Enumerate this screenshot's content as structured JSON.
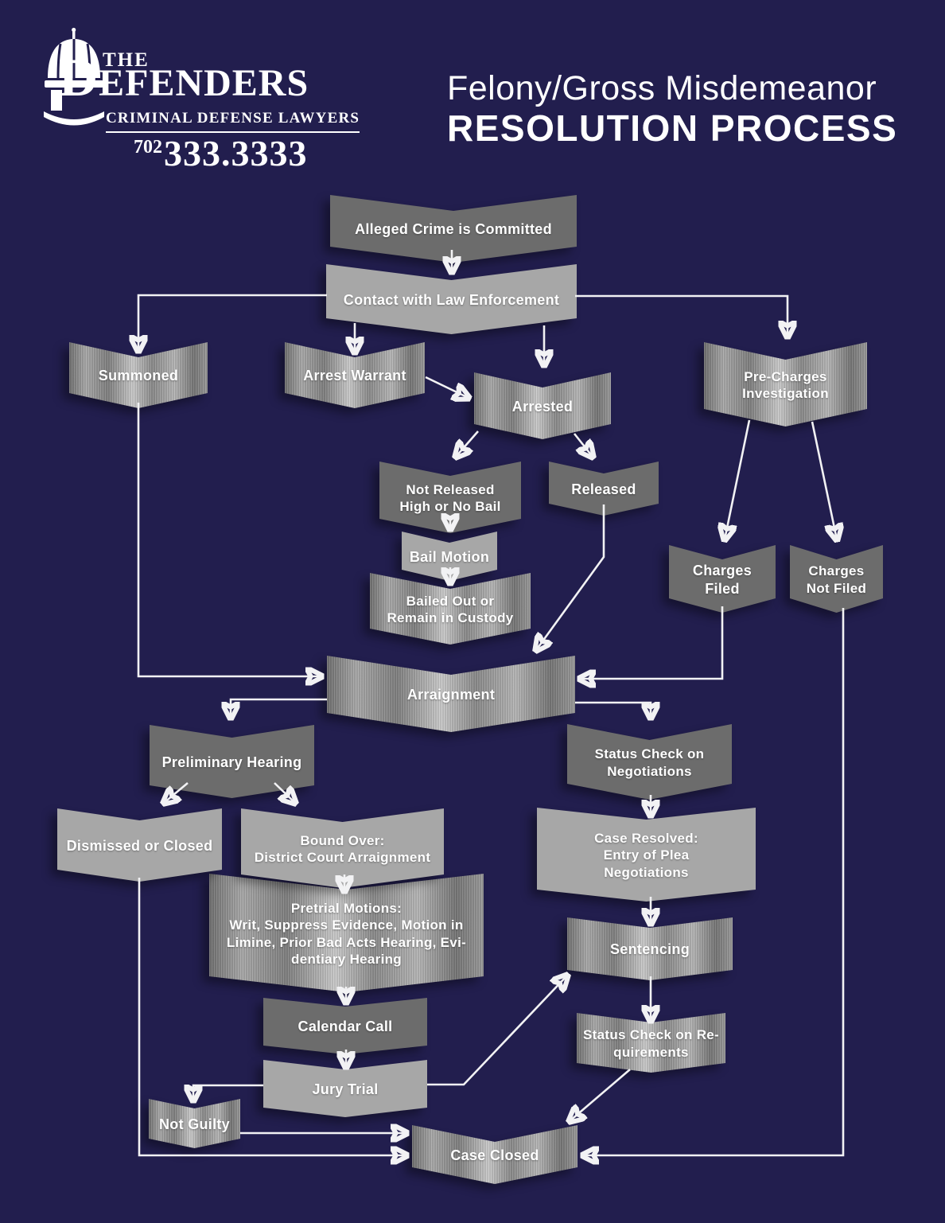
{
  "header": {
    "logo": {
      "dome_icon": "capitol-dome-icon",
      "brand_prefix": "THE",
      "brand_name": "DEFENDERS",
      "tagline": "CRIMINAL DEFENSE LAWYERS",
      "phone_area_code": "702",
      "phone_number": "333.3333"
    },
    "title_line1": "Felony/Gross Misdemeanor",
    "title_line2": "RESOLUTION PROCESS"
  },
  "colors": {
    "background": "#221e4e",
    "box_dark_gray": "#6c6c6c",
    "box_light_gray": "#a7a7a7",
    "box_brushed_metal": "#9a9a9a",
    "connector": "#f2f2f4",
    "text": "#ffffff"
  },
  "flow": {
    "nodes": [
      {
        "id": "alleged-crime",
        "label": "Alleged Crime is Committed",
        "style": "dark"
      },
      {
        "id": "contact-law-enforcement",
        "label": "Contact with Law Enforcement",
        "style": "light"
      },
      {
        "id": "summoned",
        "label": "Summoned",
        "style": "metal"
      },
      {
        "id": "arrest-warrant",
        "label": "Arrest Warrant",
        "style": "metal"
      },
      {
        "id": "arrested",
        "label": "Arrested",
        "style": "metal"
      },
      {
        "id": "pre-charges-investigation",
        "label": "Pre-Charges\nInvestigation",
        "style": "metal"
      },
      {
        "id": "not-released",
        "label": "Not Released\nHigh or No Bail",
        "style": "dark"
      },
      {
        "id": "released",
        "label": "Released",
        "style": "dark"
      },
      {
        "id": "bail-motion",
        "label": "Bail Motion",
        "style": "light"
      },
      {
        "id": "bailed-out",
        "label": "Bailed Out or\nRemain in Custody",
        "style": "metal"
      },
      {
        "id": "charges-filed",
        "label": "Charges Filed",
        "style": "dark"
      },
      {
        "id": "charges-not-filed",
        "label": "Charges\nNot Filed",
        "style": "dark"
      },
      {
        "id": "arraignment",
        "label": "Arraignment",
        "style": "metal"
      },
      {
        "id": "preliminary-hearing",
        "label": "Preliminary Hearing",
        "style": "dark"
      },
      {
        "id": "status-check-negotiations",
        "label": "Status Check on\nNegotiations",
        "style": "dark"
      },
      {
        "id": "dismissed-or-closed",
        "label": "Dismissed or Closed",
        "style": "light"
      },
      {
        "id": "bound-over",
        "label": "Bound Over:\nDistrict Court Arraignment",
        "style": "light"
      },
      {
        "id": "case-resolved",
        "label": "Case Resolved:\nEntry of Plea\nNegotiations",
        "style": "light"
      },
      {
        "id": "pretrial-motions",
        "label": "Pretrial Motions:\nWrit, Suppress Evidence, Motion in\nLimine, Prior Bad Acts Hearing, Evi-\ndentiary Hearing",
        "style": "metal"
      },
      {
        "id": "sentencing",
        "label": "Sentencing",
        "style": "metal"
      },
      {
        "id": "calendar-call",
        "label": "Calendar Call",
        "style": "dark"
      },
      {
        "id": "jury-trial",
        "label": "Jury Trial",
        "style": "light"
      },
      {
        "id": "status-check-requirements",
        "label": "Status Check on Re-\nquirements",
        "style": "metal"
      },
      {
        "id": "not-guilty",
        "label": "Not Guilty",
        "style": "metal"
      },
      {
        "id": "case-closed",
        "label": "Case Closed",
        "style": "metal"
      }
    ],
    "edges": [
      {
        "from": "alleged-crime",
        "to": "contact-law-enforcement"
      },
      {
        "from": "contact-law-enforcement",
        "to": "summoned"
      },
      {
        "from": "contact-law-enforcement",
        "to": "arrest-warrant"
      },
      {
        "from": "contact-law-enforcement",
        "to": "arrested"
      },
      {
        "from": "contact-law-enforcement",
        "to": "pre-charges-investigation"
      },
      {
        "from": "arrest-warrant",
        "to": "arrested"
      },
      {
        "from": "arrested",
        "to": "not-released"
      },
      {
        "from": "arrested",
        "to": "released"
      },
      {
        "from": "pre-charges-investigation",
        "to": "charges-filed"
      },
      {
        "from": "pre-charges-investigation",
        "to": "charges-not-filed"
      },
      {
        "from": "not-released",
        "to": "bail-motion"
      },
      {
        "from": "bail-motion",
        "to": "bailed-out"
      },
      {
        "from": "bailed-out",
        "to": "arraignment"
      },
      {
        "from": "released",
        "to": "arraignment"
      },
      {
        "from": "summoned",
        "to": "arraignment"
      },
      {
        "from": "charges-filed",
        "to": "arraignment"
      },
      {
        "from": "arraignment",
        "to": "preliminary-hearing"
      },
      {
        "from": "arraignment",
        "to": "status-check-negotiations"
      },
      {
        "from": "preliminary-hearing",
        "to": "dismissed-or-closed"
      },
      {
        "from": "preliminary-hearing",
        "to": "bound-over"
      },
      {
        "from": "bound-over",
        "to": "pretrial-motions"
      },
      {
        "from": "pretrial-motions",
        "to": "calendar-call"
      },
      {
        "from": "calendar-call",
        "to": "jury-trial"
      },
      {
        "from": "status-check-negotiations",
        "to": "case-resolved"
      },
      {
        "from": "case-resolved",
        "to": "sentencing"
      },
      {
        "from": "sentencing",
        "to": "status-check-requirements"
      },
      {
        "from": "jury-trial",
        "to": "sentencing"
      },
      {
        "from": "jury-trial",
        "to": "not-guilty"
      },
      {
        "from": "not-guilty",
        "to": "case-closed"
      },
      {
        "from": "dismissed-or-closed",
        "to": "case-closed"
      },
      {
        "from": "status-check-requirements",
        "to": "case-closed"
      },
      {
        "from": "charges-not-filed",
        "to": "case-closed"
      }
    ]
  }
}
